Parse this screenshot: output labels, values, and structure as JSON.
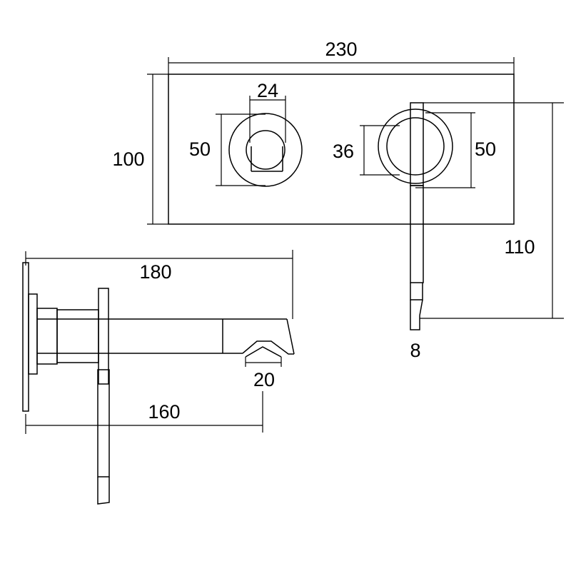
{
  "front_view": {
    "width_label": "230",
    "height_label": "100",
    "left_knob_inner_label": "24",
    "left_knob_outer_label": "50",
    "right_knob_inner_label": "36",
    "right_knob_outer_label": "50",
    "lever_total_label": "110",
    "lever_width_label": "8"
  },
  "side_view": {
    "total_depth_label": "180",
    "spout_reach_label": "160",
    "outlet_width_label": "20"
  },
  "colors": {
    "line": "#000000",
    "background": "#ffffff"
  }
}
